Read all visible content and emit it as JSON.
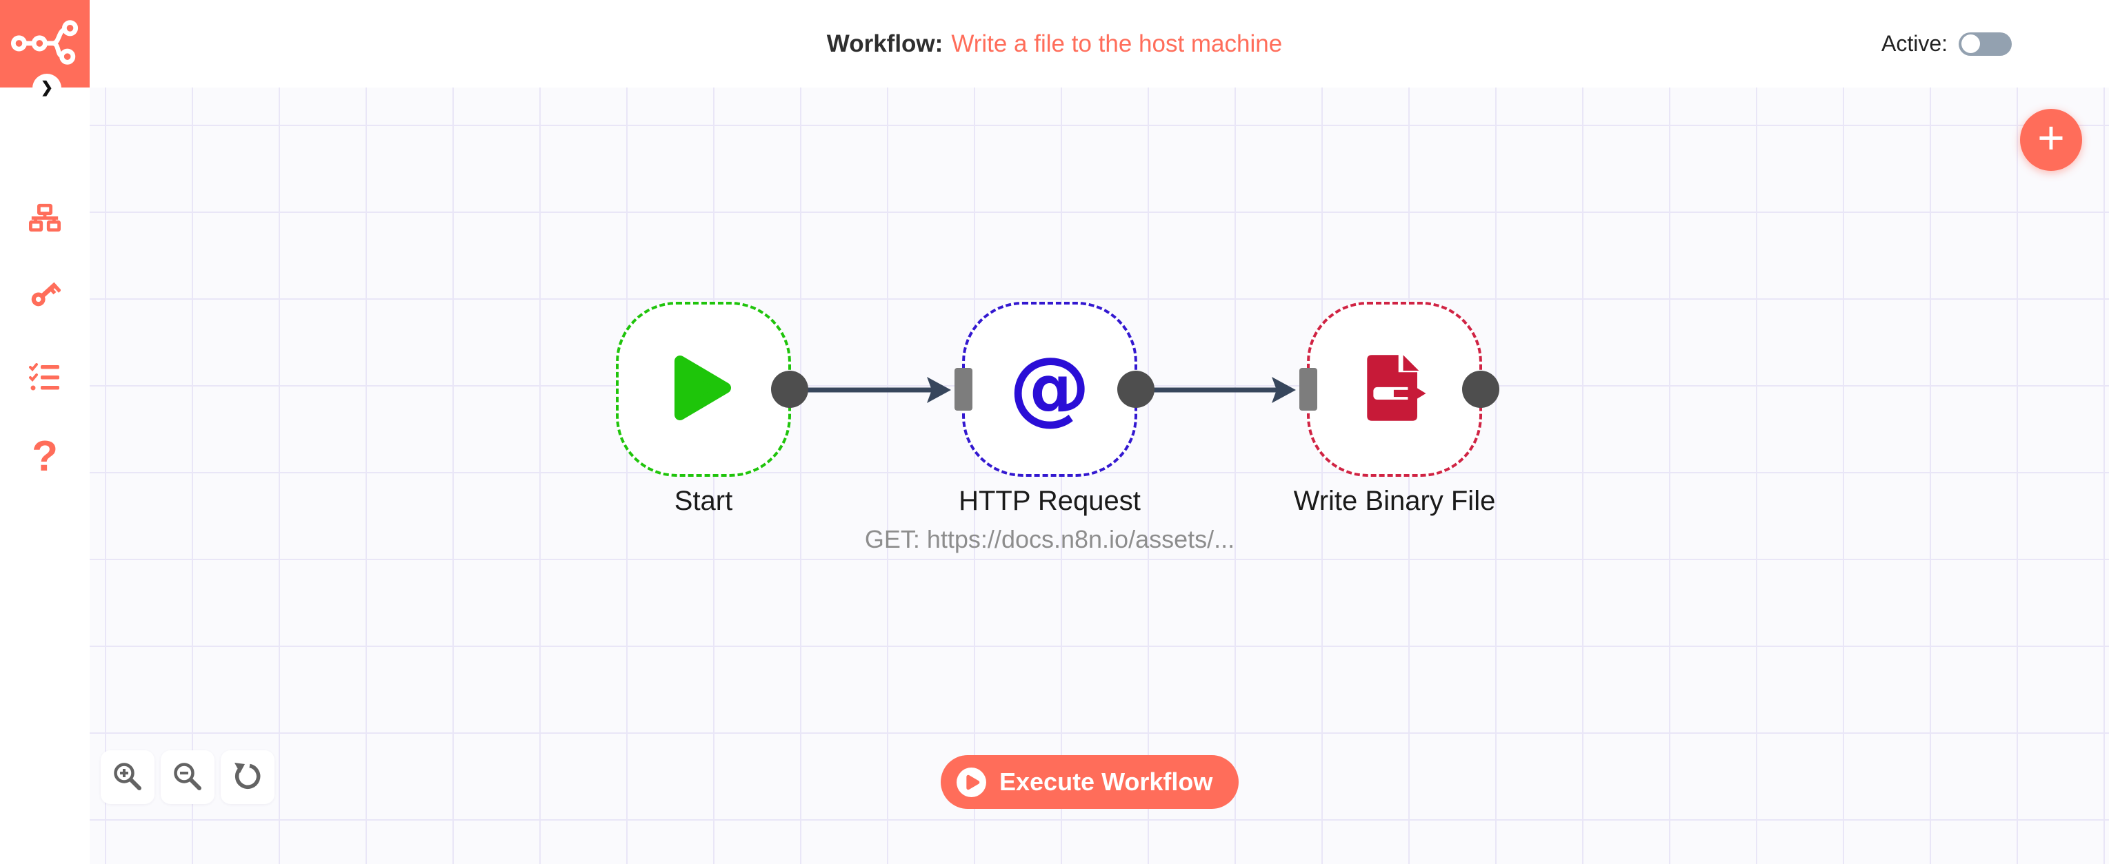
{
  "header": {
    "workflow_label": "Workflow:",
    "workflow_name": "Write a file to the host machine",
    "active_label": "Active:",
    "active_state": "off"
  },
  "sidebar": {
    "collapse_glyph": "❯",
    "items": [
      {
        "id": "workflows",
        "icon": "network-icon"
      },
      {
        "id": "credentials",
        "icon": "key-icon"
      },
      {
        "id": "executions",
        "icon": "list-check-icon"
      },
      {
        "id": "help",
        "icon": "question-icon",
        "glyph": "?"
      }
    ]
  },
  "canvas": {
    "nodes": [
      {
        "label": "Start",
        "icon": "play-icon",
        "border_color": "#1fc40b"
      },
      {
        "label": "HTTP Request",
        "icon": "at-icon",
        "glyph": "@",
        "subtitle": "GET: https://docs.n8n.io/assets/...",
        "border_color": "#3318d0"
      },
      {
        "label": "Write Binary File",
        "icon": "file-export-icon",
        "border_color": "#d02343"
      }
    ],
    "controls": [
      {
        "id": "zoom-in",
        "icon": "zoom-in-icon"
      },
      {
        "id": "zoom-out",
        "icon": "zoom-out-icon"
      },
      {
        "id": "zoom-reset",
        "icon": "reset-icon"
      }
    ],
    "execute_label": "Execute Workflow",
    "add_node_glyph": "+"
  },
  "colors": {
    "brand": "#ff6d5a",
    "wire": "#37465c",
    "grid_line": "#e9e6f7",
    "canvas_bg": "#fafafd",
    "start_green": "#1fc40b",
    "http_blue": "#3318d0",
    "file_red": "#d02343",
    "toggle_track": "#93a1b0",
    "connector_gray": "#4e4e4e"
  }
}
